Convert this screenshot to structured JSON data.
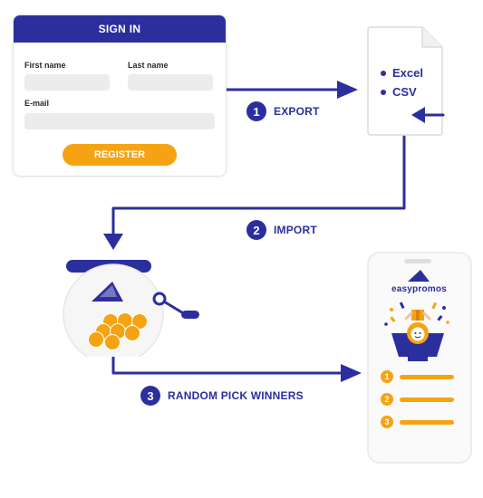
{
  "signin": {
    "title": "SIGN IN",
    "first_name_label": "First name",
    "last_name_label": "Last name",
    "email_label": "E-mail",
    "register_label": "REGISTER"
  },
  "document": {
    "formats": [
      "Excel",
      "CSV"
    ]
  },
  "steps": [
    {
      "number": "1",
      "label": "EXPORT"
    },
    {
      "number": "2",
      "label": "IMPORT"
    },
    {
      "number": "3",
      "label": "RANDOM PICK WINNERS"
    }
  ],
  "phone": {
    "brand": "easypromos",
    "ranks": [
      "1",
      "2",
      "3"
    ]
  },
  "colors": {
    "primary": "#2b2f9e",
    "accent": "#f6a313",
    "card_border": "#e3e3e3",
    "field": "#ececec"
  },
  "icons": [
    "arrow-right-icon",
    "arrow-left-icon",
    "arrow-down-icon",
    "document-icon",
    "lottery-machine-icon",
    "trophy-icon",
    "confetti-icon",
    "easypromos-logo-icon"
  ]
}
